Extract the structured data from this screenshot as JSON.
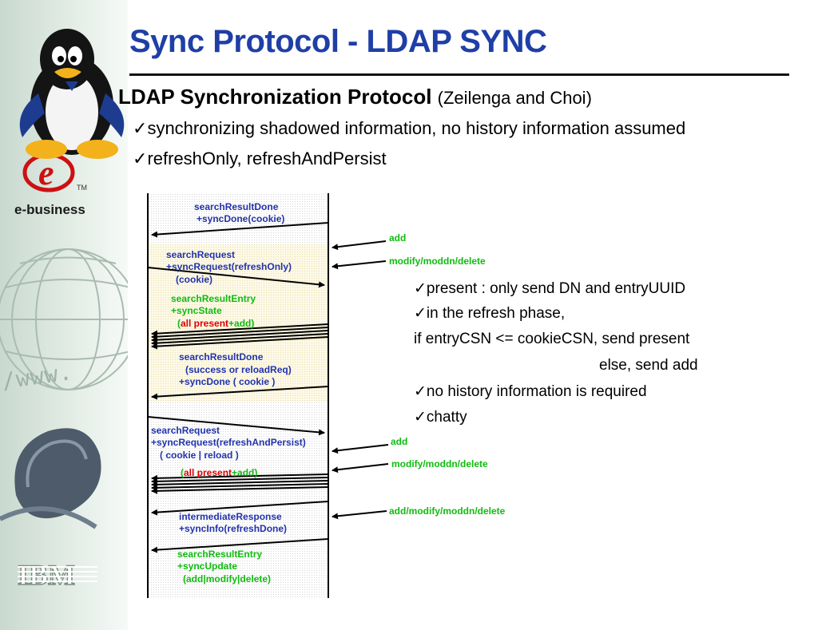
{
  "sidebar": {
    "brand_text": "e-business",
    "ibm_logo": "IBM",
    "www_text": "/www.",
    "icons": [
      "tux-penguin-logo",
      "ebusiness-e-logo",
      "globe-graphic",
      "computer-mouse-graphic",
      "ibm-logo"
    ]
  },
  "title": "Sync Protocol - LDAP SYNC",
  "heading": {
    "main": "LDAP Synchronization Protocol",
    "authors": "(Zeilenga and Choi)"
  },
  "check_mark": "✓",
  "bullets": [
    "synchronizing shadowed information, no history information assumed",
    "refreshOnly, refreshAndPersist"
  ],
  "notes": {
    "present": "present : only send DN and entryUUID",
    "refresh_phase": "in the refresh phase,",
    "if_cond": "if entryCSN <= cookieCSN, send present",
    "else_cond": "else, send add",
    "no_history": "no history information is required",
    "chatty": "chatty"
  },
  "diagram": {
    "refresh_only": {
      "done_top_1": "searchResultDone",
      "done_top_2": "+syncDone(cookie)",
      "req_1": "searchRequest",
      "req_2": "+syncRequest(refreshOnly)",
      "req_3": "(cookie)",
      "entry_1": "searchResultEntry",
      "entry_2": "+syncState",
      "entry_3_open": "(",
      "entry_3_red": "all present",
      "entry_3_green": "+add)",
      "done_1": "searchResultDone",
      "done_2": "(success or reloadReq)",
      "done_3": "+syncDone ( cookie )"
    },
    "refresh_and_persist": {
      "req_1": "searchRequest",
      "req_2": "+syncRequest(refreshAndPersist)",
      "req_3": "( cookie | reload )",
      "entry_open": "(",
      "entry_red": "all present",
      "entry_green": "+add)",
      "info_1": "intermediateResponse",
      "info_2": "+syncInfo(refreshDone)",
      "update_1": "searchResultEntry",
      "update_2": "+syncUpdate",
      "update_3": "(add|modify|delete)"
    },
    "right_labels": {
      "add_1": "add",
      "mod_1": "modify/moddn/delete",
      "add_2": "add",
      "mod_2": "modify/moddn/delete",
      "all_3": "add/modify/moddn/delete"
    }
  },
  "colors": {
    "title_blue": "#1f3fa6",
    "label_blue": "#2233aa",
    "label_green": "#11bb11",
    "label_red": "#dd0000",
    "panel_yellow": "#fbf6d9"
  }
}
